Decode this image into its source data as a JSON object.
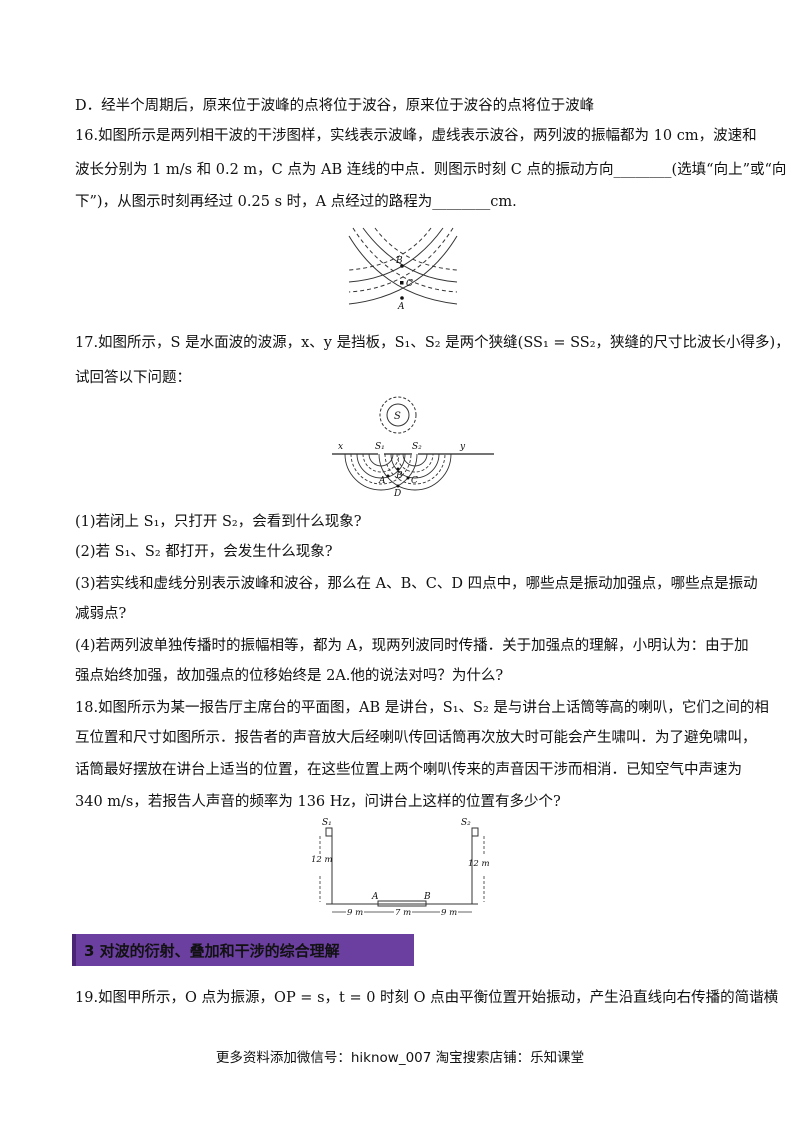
{
  "lines": [
    "D．经半个周期后，原来位于波峰的点将位于波谷，原来位于波谷的点将位于波峰",
    "16.如图所示是两列相干波的干涉图样，实线表示波峰，虚线表示波谷，两列波的振幅都为 10 cm，波速和",
    "波长分别为 1 m/s 和 0.2 m，C 点为 AB 连线的中点．则图示时刻 C 点的振动方向________(选填“向上”或“向",
    "下”)，从图示时刻再经过 0.25 s 时，A 点经过的路程为________cm.",
    "17.如图所示，S 是水面波的波源，x、y 是挡板，S₁、S₂ 是两个狭缝(SS₁ = SS₂，狭缝的尺寸比波长小得多)，",
    "试回答以下问题：",
    "(1)若闭上 S₁，只打开 S₂，会看到什么现象?",
    "(2)若 S₁、S₂ 都打开，会发生什么现象?",
    "(3)若实线和虚线分别表示波峰和波谷，那么在 A、B、C、D 四点中，哪些点是振动加强点，哪些点是振动",
    "减弱点?",
    "(4)若两列波单独传播时的振幅相等，都为 A，现两列波同时传播．关于加强点的理解，小明认为：由于加",
    "强点始终加强，故加强点的位移始终是 2A.他的说法对吗？为什么?",
    "18.如图所示为某一报告厅主席台的平面图，AB 是讲台，S₁、S₂ 是与讲台上话筒等高的喇叭，它们之间的相",
    "互位置和尺寸如图所示．报告者的声音放大后经喇叭传回话筒再次放大时可能会产生啸叫．为了避免啸叫，",
    "话筒最好摆放在讲台上适当的位置，在这些位置上两个喇叭传来的声音因干涉而相消．已知空气中声速为",
    "340 m/s，若报告人声音的频率为 136 Hz，问讲台上这样的位置有多少个?",
    "19.如图甲所示，O 点为振源，OP = s，t = 0 时刻 O 点由平衡位置开始振动，产生沿直线向右传播的简谐横"
  ],
  "fig16": {
    "label_b": "B",
    "label_c": "C",
    "label_a": "A"
  },
  "fig17": {
    "label_s": "S",
    "label_x": "x",
    "label_s1": "S₁",
    "label_s2": "S₂",
    "label_y": "y",
    "label_a": "A",
    "label_b": "B",
    "label_c": "C",
    "label_d": "D"
  },
  "fig18": {
    "label_s1": "S₁",
    "label_s2": "S₂",
    "height_left": "12 m",
    "height_right": "12 m",
    "label_a": "A",
    "label_b": "B",
    "dist_left": "9 m",
    "dist_mid": "7 m",
    "dist_right": "9 m"
  },
  "section": {
    "title": "3 对波的衍射、叠加和干涉的综合理解"
  },
  "footer": {
    "text": "更多资料添加微信号：hiknow_007 淘宝搜索店铺：乐知课堂"
  }
}
